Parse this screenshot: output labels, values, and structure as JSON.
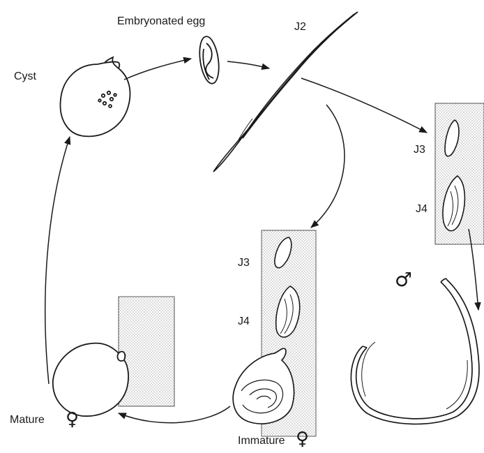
{
  "labels": {
    "embryonated_egg": "Embryonated egg",
    "cyst": "Cyst",
    "j2": "J2",
    "j3_right": "J3",
    "j4_right": "J4",
    "j3_mid": "J3",
    "j4_mid": "J4",
    "mature": "Mature",
    "immature": "Immature",
    "female_symbol": "♀",
    "male_symbol": "♂"
  },
  "colors": {
    "ink": "#1a1a1a",
    "root_stipple": "#9a9a9a",
    "background": "#ffffff"
  }
}
